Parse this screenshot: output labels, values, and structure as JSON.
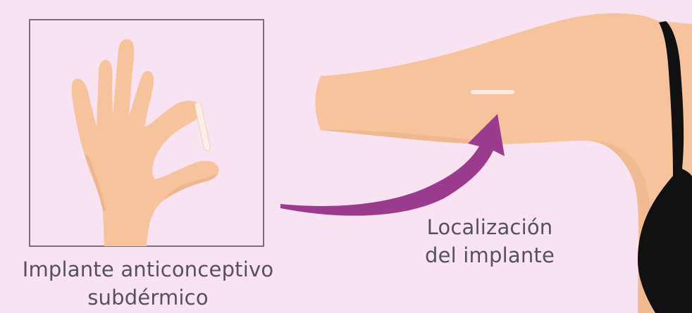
{
  "captions": {
    "implant": {
      "line1": "Implante anticonceptivo",
      "line2": "subdérmico"
    },
    "location": {
      "line1": "Localización",
      "line2": "del implante"
    }
  },
  "colors": {
    "background": "#f9e3f3",
    "skin": "#f6c39c",
    "skin_shadow": "#e4aa82",
    "arrow": "#9b3b8e",
    "implant_rod": "#fbefe6",
    "bra": "#111111",
    "frame": "#7a6f7a",
    "text": "#555060"
  }
}
